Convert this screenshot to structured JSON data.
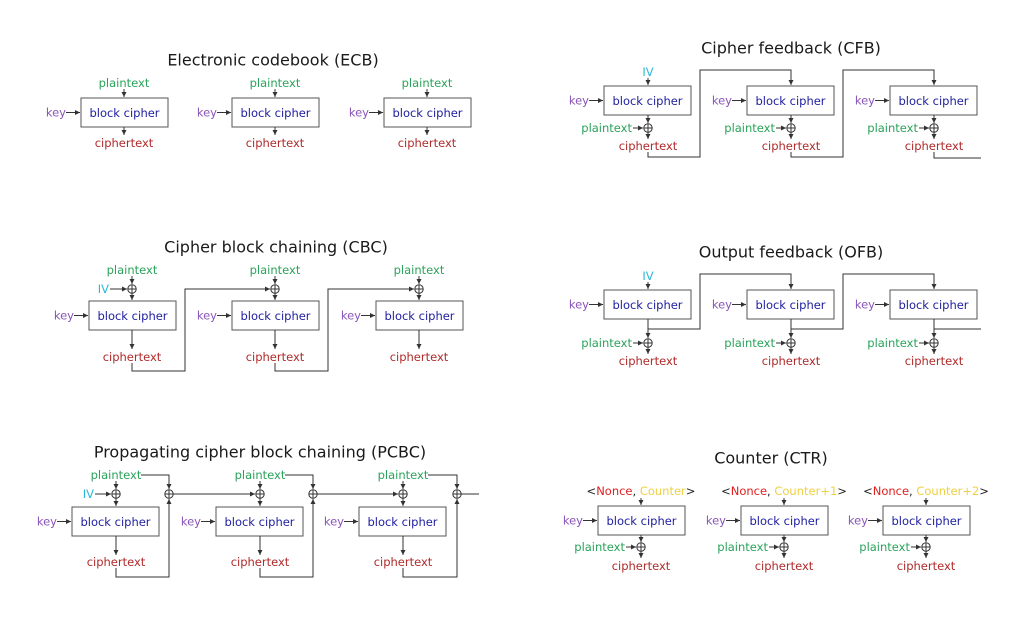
{
  "colors": {
    "key": "#8a55b8",
    "plaintext": "#2aa35a",
    "ciphertext": "#b02a2a",
    "block": "#2020a0",
    "iv": "#2ab8d8",
    "nonce": "#e01e1e",
    "counter": "#f0d040",
    "bracket": "#222222"
  },
  "labels": {
    "key": "key",
    "block": "block cipher",
    "plaintext": "plaintext",
    "ciphertext": "ciphertext",
    "iv": "IV",
    "nonce": "Nonce",
    "counters": [
      "Counter",
      "Counter+1",
      "Counter+2"
    ]
  },
  "modes": [
    {
      "id": "ecb",
      "title": "Electronic codebook (ECB)"
    },
    {
      "id": "cfb",
      "title": "Cipher feedback (CFB)"
    },
    {
      "id": "cbc",
      "title": "Cipher block chaining (CBC)"
    },
    {
      "id": "ofb",
      "title": "Output feedback (OFB)"
    },
    {
      "id": "pcbc",
      "title": "Propagating cipher block chaining (PCBC)"
    },
    {
      "id": "ctr",
      "title": "Counter (CTR)"
    }
  ]
}
